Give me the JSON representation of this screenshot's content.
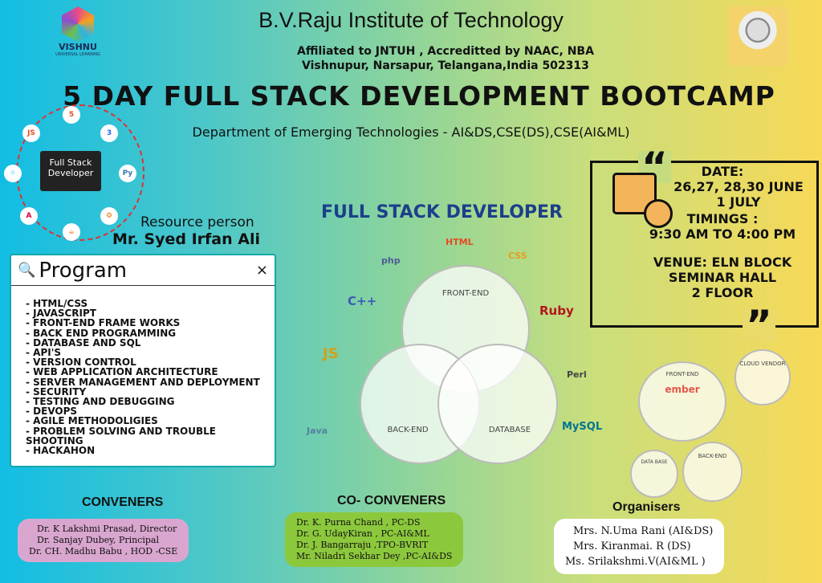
{
  "logo": {
    "name": "VISHNU",
    "tagline": "UNIVERSAL LEARNING"
  },
  "header": {
    "institute": "B.V.Raju  Institute of  Technology",
    "affiliation": "Affiliated to JNTUH , Accreditted by NAAC, NBA",
    "address": "Vishnupur, Narsapur, Telangana,India  502313"
  },
  "title": "5 DAY FULL STACK DEVELOPMENT BOOTCAMP",
  "department": "Department of Emerging Technologies - AI&DS,CSE(DS),CSE(AI&ML)",
  "fsd_graphic": {
    "label": "Full Stack Developer"
  },
  "resource": {
    "label": "Resource person",
    "name": "Mr. Syed Irfan Ali"
  },
  "program": {
    "title": "Program",
    "close": "×",
    "items": [
      "- HTML/CSS",
      "- JAVASCRIPT",
      "- FRONT-END FRAME WORKS",
      "- BACK END PROGRAMMING",
      "- DATABASE AND SQL",
      "- API'S",
      "- VERSION CONTROL",
      "- WEB APPLICATION ARCHITECTURE",
      "- SERVER MANAGEMENT AND DEPLOYMENT",
      "- SECURITY",
      "- TESTING AND DEBUGGING",
      "- DEVOPS",
      "- AGILE METHODOLIGIES",
      "- PROBLEM SOLVING AND TROUBLE SHOOTING",
      "- HACKAHON"
    ]
  },
  "center": {
    "heading": "FULL STACK DEVELOPER",
    "front": "FRONT-END",
    "back": "BACK-END",
    "db": "DATABASE",
    "techs": {
      "php": "php",
      "html": "HTML",
      "css": "CSS",
      "ruby": "Ruby",
      "cpp": "C++",
      "js": "JS",
      "perl": "Perl",
      "java": "Java",
      "mysql": "MySQL"
    }
  },
  "event": {
    "date_label": "DATE:",
    "dates": "26,27, 28,30 JUNE",
    "dates2": "1  JULY",
    "timings_label": "TIMINGS :",
    "timings": "9:30 AM  TO 4:00 PM",
    "venue": "VENUE: ELN  BLOCK",
    "venue2": "SEMINAR HALL",
    "venue3": "2 FLOOR",
    "open_quote": "“",
    "close_quote": "”"
  },
  "cluster": {
    "front": "FRONT-END",
    "cloud": "CLOUD VENDOR",
    "database": "DATA BASE",
    "back": "BACK-END",
    "ember": "ember"
  },
  "conveners": {
    "heading": "CONVENERS",
    "members": [
      "Dr. K Lakshmi Prasad, Director",
      "Dr. Sanjay Dubey, Principal",
      "Dr. CH. Madhu Babu , HOD -CSE"
    ]
  },
  "co_conveners": {
    "heading": "CO- CONVENERS",
    "members": [
      "Dr. K. Purna Chand ,  PC-DS",
      "Dr. G. UdayKiran , PC-AI&ML",
      "Dr. J. Bangarraju ,TPO-BVRIT",
      "Mr. Niladri Sekhar Dey ,PC-AI&DS"
    ]
  },
  "organisers": {
    "heading": "Organisers",
    "members": [
      "Mrs. N.Uma Rani (AI&DS)",
      "Mrs. Kiranmai. R (DS)",
      "Ms. Srilakshmi.V(AI&ML )"
    ]
  },
  "colors": {
    "cyan": "#12bde3",
    "yellow": "#f8d957",
    "pink": "#d9a6cf",
    "green": "#8cc83c"
  }
}
